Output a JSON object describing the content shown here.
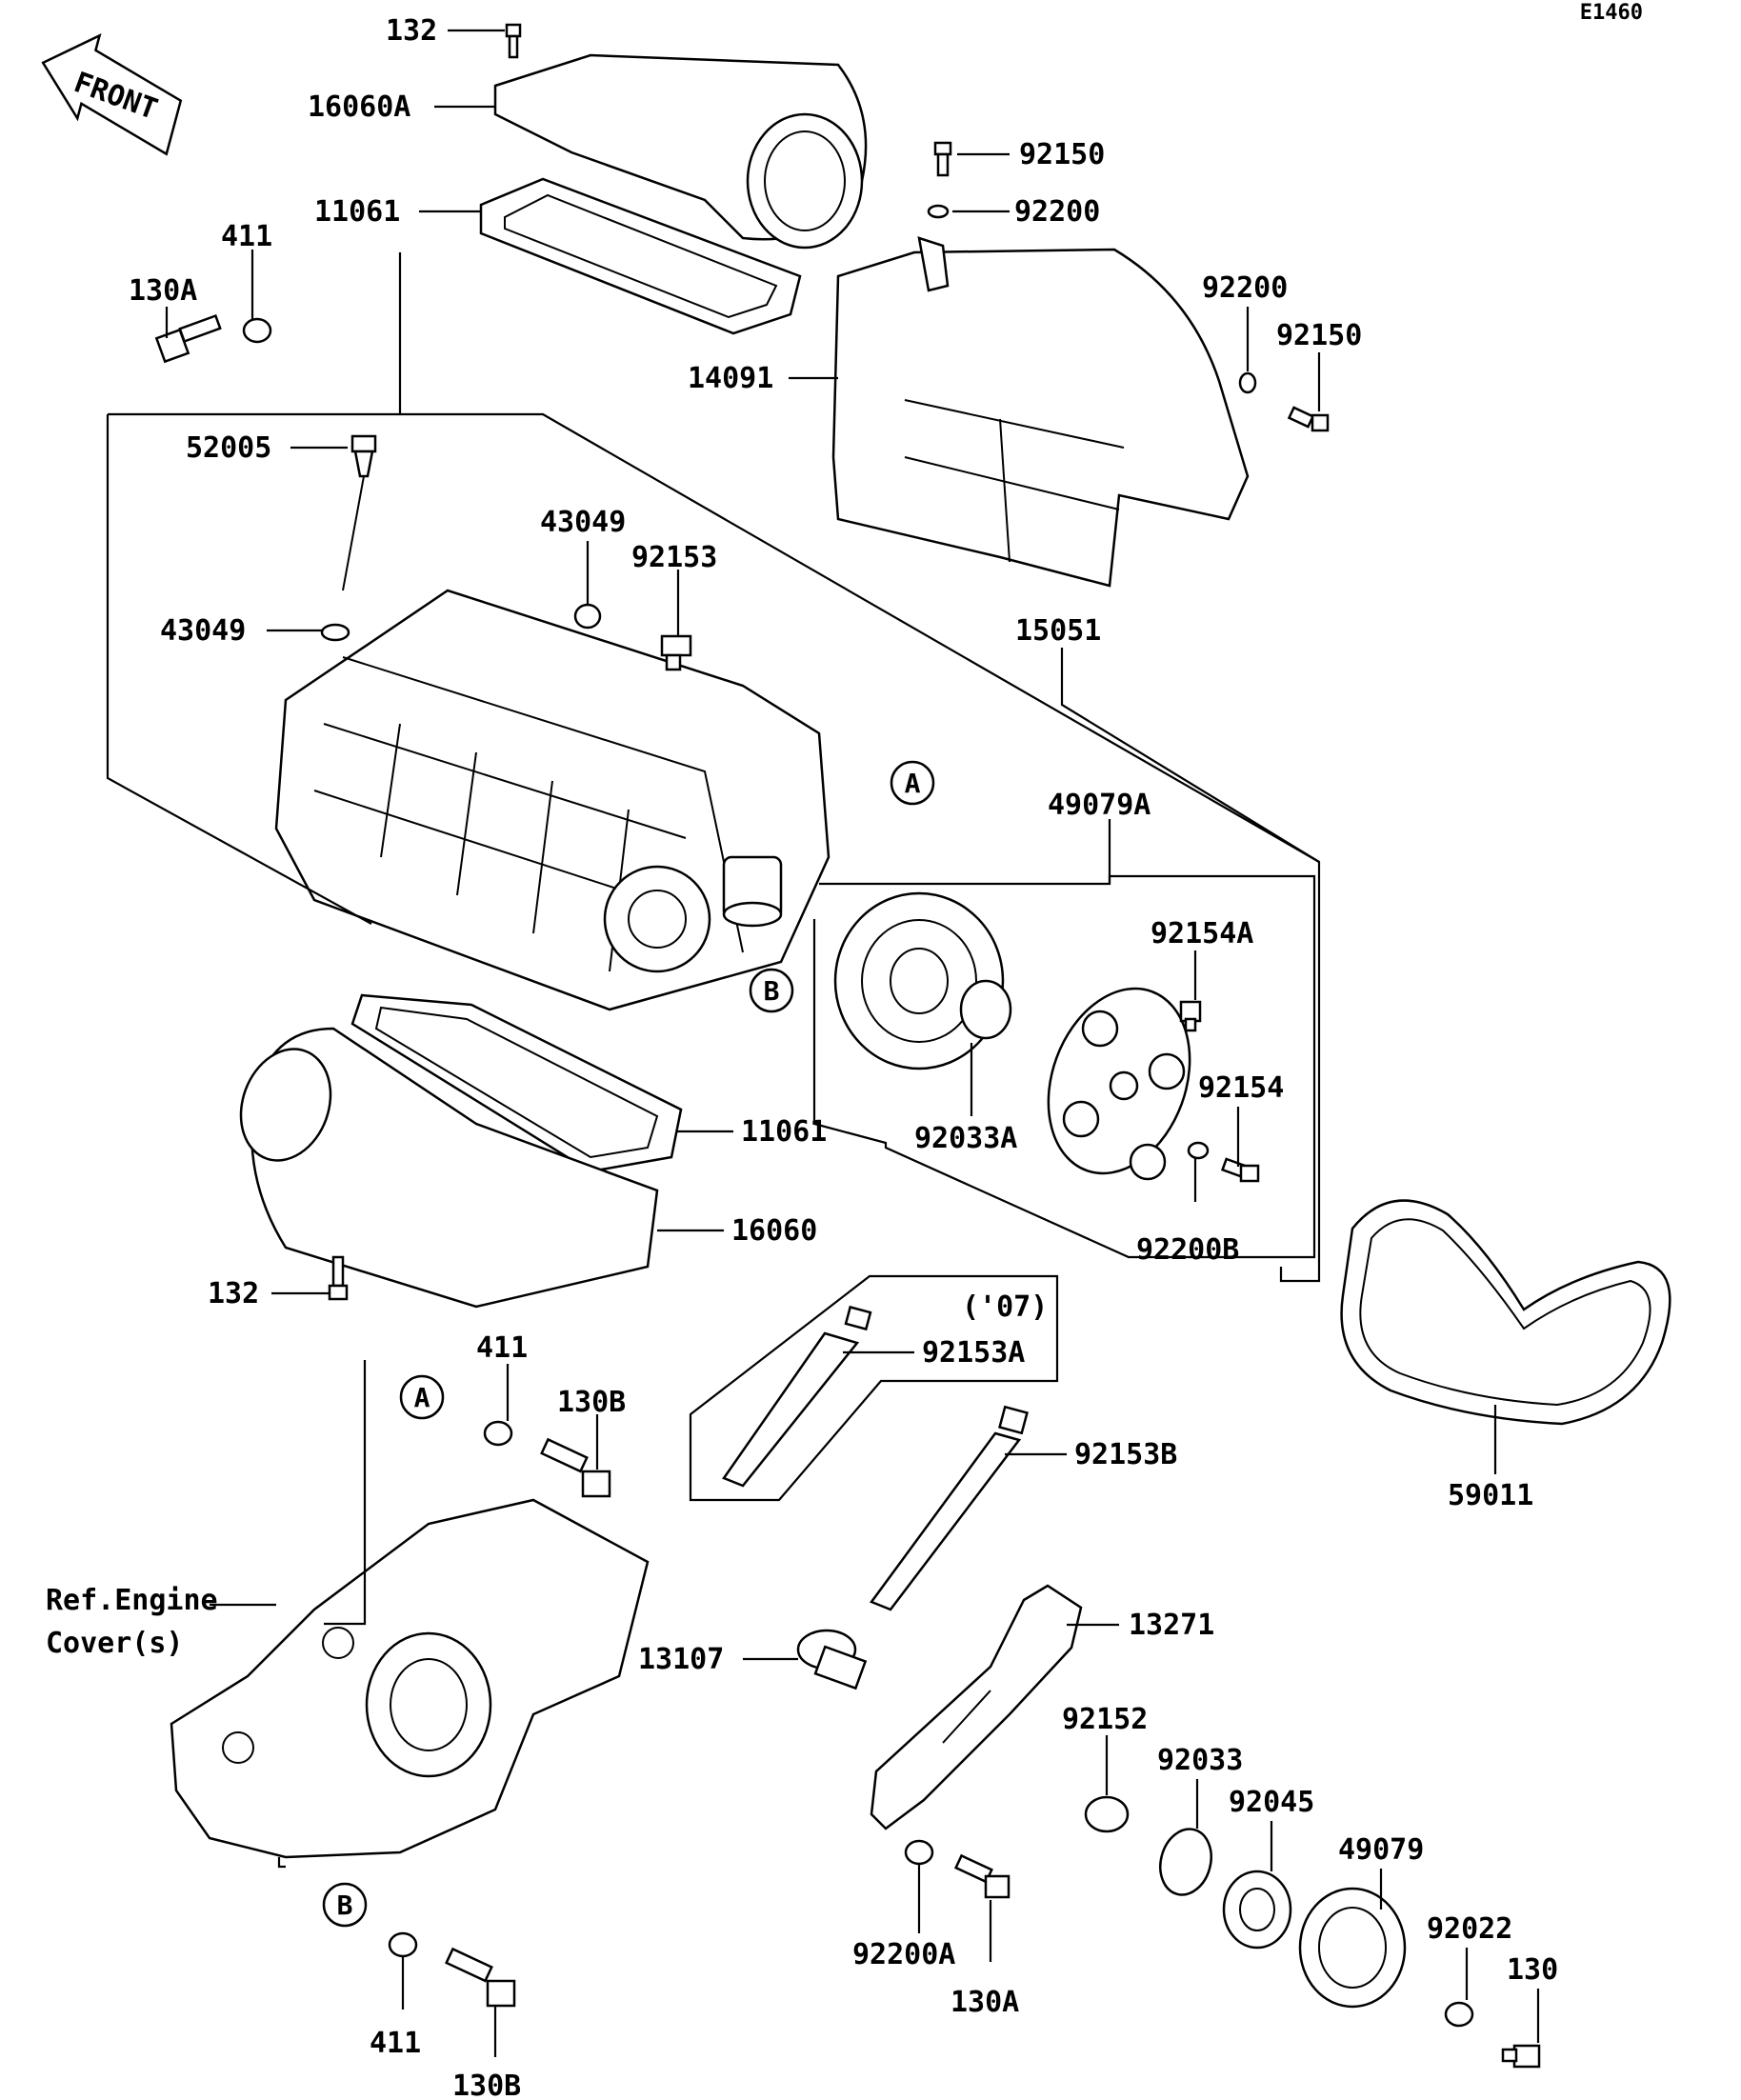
{
  "diagram_code": "E1460",
  "front_label": "FRONT",
  "callouts": {
    "p132_top": "132",
    "p16060A": "16060A",
    "p11061_top": "11061",
    "p411_top": "411",
    "p130A_top": "130A",
    "p52005": "52005",
    "p43049_a": "43049",
    "p43049_b": "43049",
    "p92153": "92153",
    "p92150_a": "92150",
    "p92200_a": "92200",
    "p92200_b": "92200",
    "p92150_b": "92150",
    "p14091": "14091",
    "p15051": "15051",
    "p49079A": "49079A",
    "p92154A": "92154A",
    "p92154": "92154",
    "p92033A": "92033A",
    "p92200B": "92200B",
    "p11061_bot": "11061",
    "p16060": "16060",
    "p132_bot": "132",
    "p07": "('07)",
    "p92153A": "92153A",
    "p92153B": "92153B",
    "p59011": "59011",
    "p411_mid": "411",
    "p130B_mid": "130B",
    "ref_line1": "Ref.Engine",
    "ref_line2": "Cover(s)",
    "p13107": "13107",
    "p13271": "13271",
    "p92152": "92152",
    "p92033": "92033",
    "p92045": "92045",
    "p49079": "49079",
    "p92022": "92022",
    "p130": "130",
    "p92200A": "92200A",
    "p130A_bot": "130A",
    "p411_bot": "411",
    "p130B_bot": "130B"
  },
  "markers": {
    "a_upper": "A",
    "b_upper": "B",
    "a_lower": "A",
    "b_lower": "B"
  }
}
